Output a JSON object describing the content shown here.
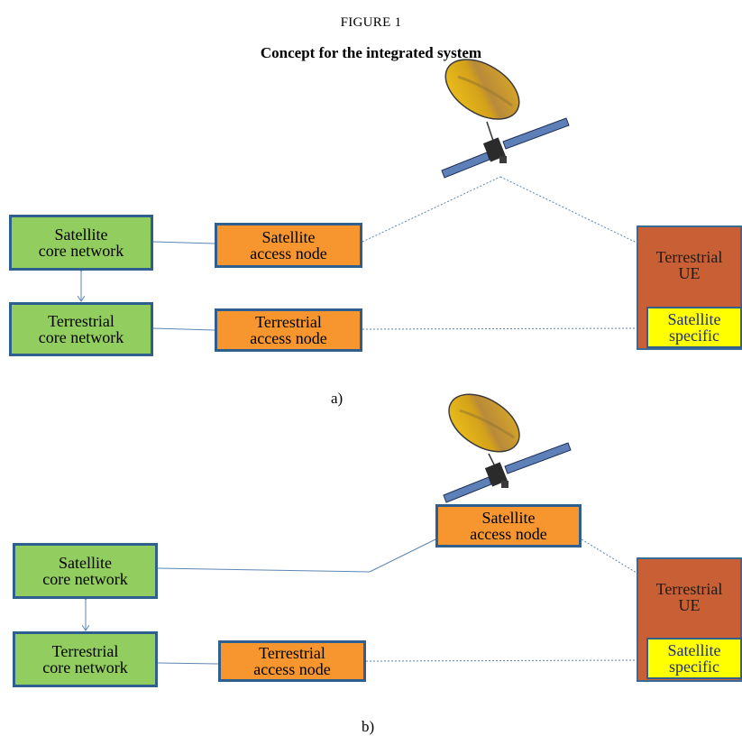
{
  "figure": {
    "number": "FIGURE 1",
    "caption": "Concept for the integrated system"
  },
  "colors": {
    "core_network": "#92cd5f",
    "access_node": "#f7962f",
    "terminal": "#c95f34",
    "satellite_specific": "#ffff00",
    "border": "#2f5f8e",
    "link": "#5b86b4"
  },
  "panel_a": {
    "label": "a)",
    "sat_core": [
      "Satellite",
      "core network"
    ],
    "terr_core": [
      "Terrestrial",
      "core network"
    ],
    "sat_access": [
      "Satellite",
      "access node"
    ],
    "terr_access": [
      "Terrestrial",
      "access node"
    ],
    "ue": [
      "Terrestrial",
      "UE"
    ],
    "sat_specific": [
      "Satellite",
      "specific"
    ]
  },
  "panel_b": {
    "label": "b)",
    "sat_core": [
      "Satellite",
      "core network"
    ],
    "terr_core": [
      "Terrestrial",
      "core network"
    ],
    "sat_access": [
      "Satellite",
      "access node"
    ],
    "terr_access": [
      "Terrestrial",
      "access node"
    ],
    "ue": [
      "Terrestrial",
      "UE"
    ],
    "sat_specific": [
      "Satellite",
      "specific"
    ]
  }
}
